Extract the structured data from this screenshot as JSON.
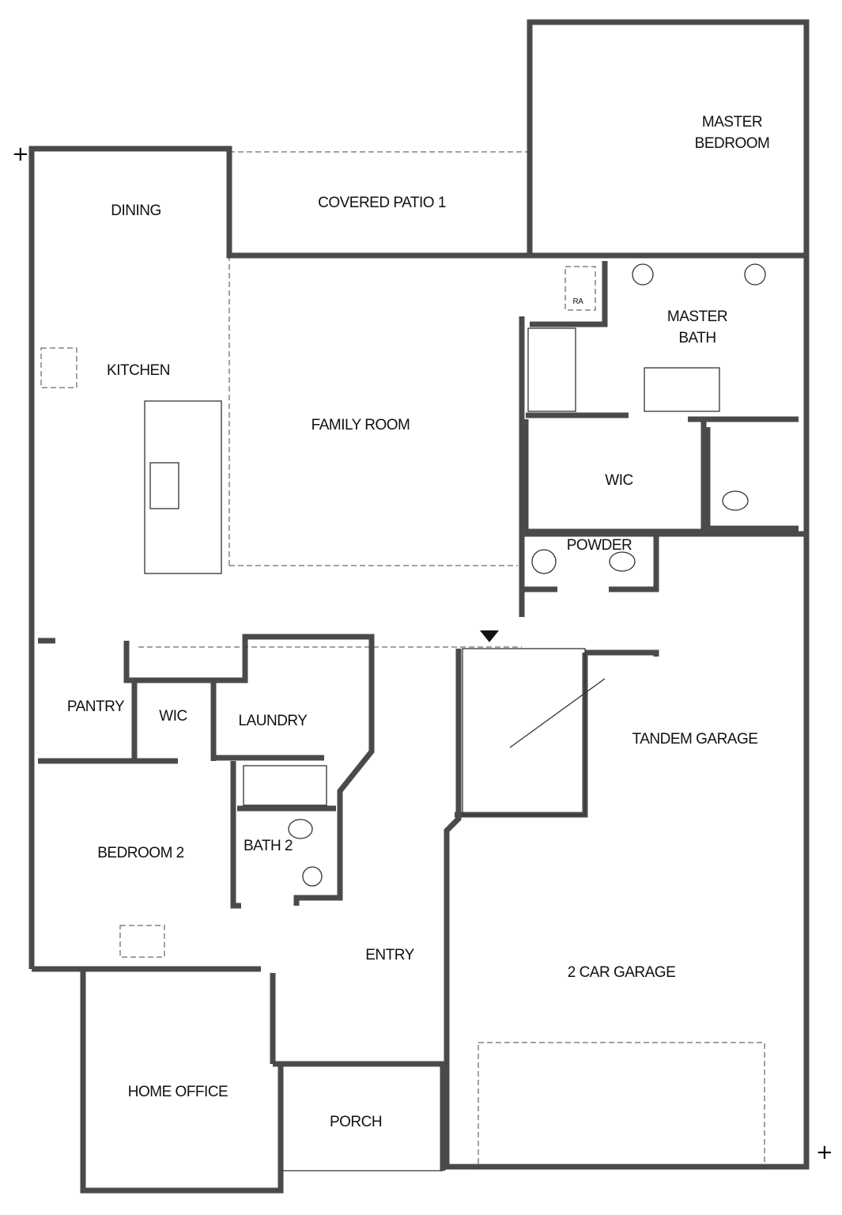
{
  "rooms": {
    "master_bedroom_1": "MASTER",
    "master_bedroom_2": "BEDROOM",
    "dining": "DINING",
    "covered_patio": "COVERED PATIO 1",
    "master_bath_1": "MASTER",
    "master_bath_2": "BATH",
    "kitchen": "KITCHEN",
    "family_room": "FAMILY ROOM",
    "master_wic": "WIC",
    "powder": "POWDER",
    "pantry": "PANTRY",
    "wic": "WIC",
    "laundry": "LAUNDRY",
    "tandem_garage": "TANDEM GARAGE",
    "bedroom_2": "BEDROOM 2",
    "bath_2": "BATH 2",
    "entry": "ENTRY",
    "two_car_garage": "2 CAR GARAGE",
    "home_office": "HOME OFFICE",
    "porch": "PORCH",
    "ra": "RA"
  },
  "colors": {
    "wall": "#4a4a4a",
    "line": "#333333",
    "background": "#ffffff"
  }
}
